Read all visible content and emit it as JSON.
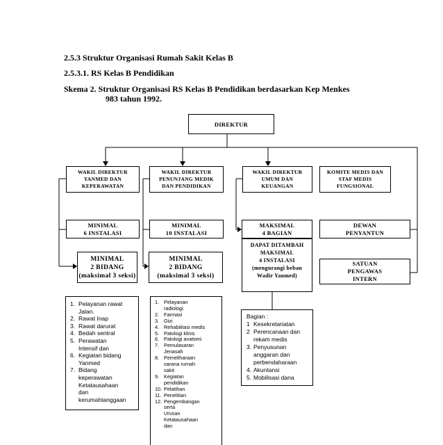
{
  "header": {
    "line1": "2.5.3  Struktur Organisasi Rumah Sakit Kelas B",
    "line2": "2.5.3.1.  RS Kelas B Pendidikan",
    "line3": "Skema  2.  Struktur Organisasi RS Kelas B Pendidikan berdasarkan Kep Menkes",
    "line4": "983 tahun 1992."
  },
  "org_chart": {
    "direktur": "DIREKTUR",
    "wakil_yanmed": [
      "WAKIL DIREKTUR",
      "YANMED DAN",
      "KEPERAWATAN"
    ],
    "wakil_penunjang": [
      "WAKIL DIREKTUR",
      "PENUNJANG MEDIK",
      "DAN PENDIDIKAN"
    ],
    "wakil_umum": [
      "WAKIL DIREKTUR",
      "UMUM DAN",
      "KEUANGAN"
    ],
    "komite_medis": [
      "KOMITE MEDIS DAN",
      "STAF MEDIS",
      "FUNGSIONAL"
    ],
    "minimal_6_instalasi": [
      "MINIMAL",
      "6 INSTALASI"
    ],
    "minimal_10_instalasi": [
      "MINIMAL",
      "10 INSTALASI"
    ],
    "maksimal_4_bagian": [
      "MAKSIMAL",
      "4 BAGIAN"
    ],
    "dewan_penyantun": [
      "DEWAN",
      "PENYANTUN"
    ],
    "minimal_2_bidang_a": [
      "MINIMAL",
      "2 BIDANG",
      "(maksimal 3 seksi)"
    ],
    "minimal_2_bidang_b": [
      "MINIMAL",
      "2 BIDANG",
      "(maksimal 3 seksi)"
    ],
    "dapat_ditambah": [
      "DAPAT DITAMBAH",
      "MAKSIMAL",
      "4 INSTALASI",
      "(mengurangi beban",
      "Wadir Yanmed)"
    ],
    "satuan_pengawas": [
      "SATUAN",
      "PENGAWAS",
      "INTERN"
    ]
  },
  "lists": {
    "yanmed": [
      {
        "num": "1.",
        "lines": [
          "Pelayanan rawat",
          "Jalan."
        ]
      },
      {
        "num": "2.",
        "lines": [
          "Rawat Inap"
        ]
      },
      {
        "num": "3.",
        "lines": [
          "Rawat darurat"
        ]
      },
      {
        "num": "4.",
        "lines": [
          "Bedah sentral"
        ]
      },
      {
        "num": "5.",
        "lines": [
          "Perawatan",
          "Intensif dan"
        ]
      },
      {
        "num": "6.",
        "lines": [
          "Kegiatan bidang",
          "Yanmed"
        ]
      },
      {
        "num": "7.",
        "lines": [
          "Bidang",
          "keperawatan",
          "Ketatausahaan",
          "dan",
          "kerumahtanggaan"
        ]
      }
    ],
    "penunjang": [
      {
        "num": "1.",
        "lines": [
          "Pelayanan",
          "radiologi."
        ]
      },
      {
        "num": "2.",
        "lines": [
          "Farmasi"
        ]
      },
      {
        "num": "3.",
        "lines": [
          "Gizi"
        ]
      },
      {
        "num": "4.",
        "lines": [
          "Rehabilitasi medis"
        ]
      },
      {
        "num": "5.",
        "lines": [
          "Patologi klinis"
        ]
      },
      {
        "num": "6.",
        "lines": [
          "Patologi anatomi"
        ]
      },
      {
        "num": "7.",
        "lines": [
          "Pemulasaran",
          "Jenasah"
        ]
      },
      {
        "num": "8.",
        "lines": [
          "Pemeliharaan",
          "sarana rumah",
          "sakit"
        ]
      },
      {
        "num": "9.",
        "lines": [
          "Kegiatan",
          "pendidikan"
        ]
      },
      {
        "num": "10.",
        "lines": [
          "Pelatihan"
        ]
      },
      {
        "num": "11.",
        "lines": [
          "Penelitian"
        ]
      },
      {
        "num": "12.",
        "lines": [
          "Pengembangan",
          "serta",
          "Urusan",
          "Ketatausahaan",
          "dan"
        ]
      }
    ],
    "bagian": {
      "title": "Bagian :",
      "items": [
        {
          "num": "1",
          "lines": [
            "Kesekretariatan"
          ]
        },
        {
          "num": "2",
          "lines": [
            "Perencanaan dan",
            "rekam medis"
          ]
        },
        {
          "num": "3.",
          "lines": [
            "Penyusunan",
            "anggaran dan",
            "perbendaharaan"
          ]
        },
        {
          "num": "4.",
          "lines": [
            "Akuntansi"
          ]
        },
        {
          "num": "5.",
          "lines": [
            "Mobilisasi dana"
          ]
        }
      ]
    }
  }
}
